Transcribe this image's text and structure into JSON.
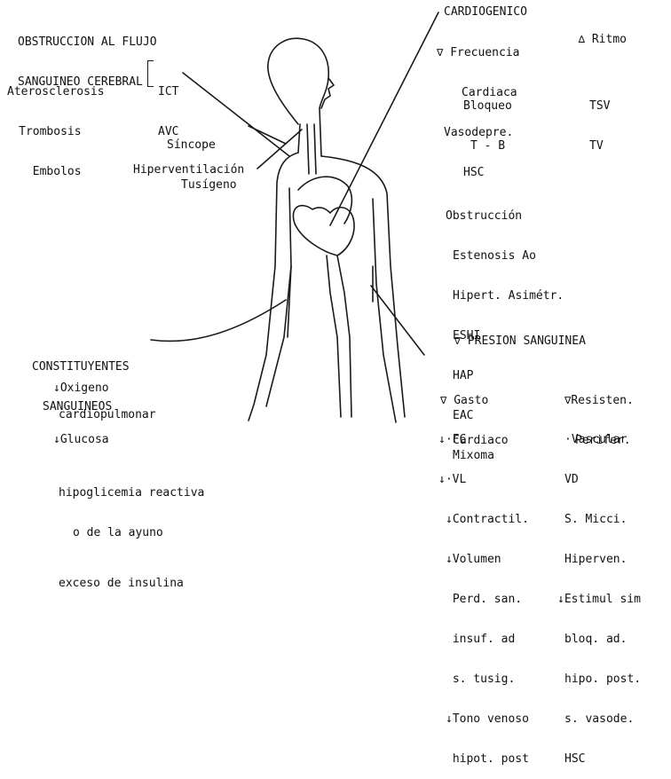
{
  "diagram": {
    "cerebral": {
      "title": [
        "OBSTRUCCION AL FLUJO",
        "SANGUINEO CEREBRAL"
      ],
      "causes": [
        "Aterosclerosis",
        "Trombosis",
        "Embolos"
      ],
      "types": [
        "ICT",
        "AVC"
      ],
      "syncope": [
        "Síncope",
        "Tusígeno"
      ],
      "hyperventilation": "Hiperventilación"
    },
    "cardiogenic": {
      "title": "CARDIOGENICO",
      "rate_symbol": "∇",
      "rate": [
        "Frecuencia",
        "Cardiaca"
      ],
      "rhythm_symbol": "∆",
      "rhythm": "Ritmo",
      "rate_causes": [
        "Bloqueo",
        "T - B",
        "Vasodepre.",
        "HSC"
      ],
      "rhythm_causes": [
        "TSV",
        "TV"
      ],
      "obstruction": [
        "Obstrucción",
        "Estenosis Ao",
        "Hipert. Asimétr.",
        "ESHI",
        "HAP",
        "EAC",
        "Mixoma"
      ]
    },
    "pressure": {
      "symbol": "∇",
      "title": "PRESION SANGUINEA",
      "output_symbol": "∇",
      "output": [
        "Gasto",
        "Cardiaco"
      ],
      "resistance_symbol": "∇",
      "resistance": [
        "Resisten.",
        "Perifer."
      ],
      "output_items": [
        "↓·FC",
        "↓·VL",
        "↓Contractil.",
        "↓Volumen",
        " Perd. san.",
        " insuf. ad",
        " s. tusig.",
        "↓Tono venoso",
        " hipot. post"
      ],
      "resistance_items": [
        "·Vascular",
        "VD",
        "S. Micci.",
        "Hiperven.",
        "↓Estimul sim",
        "bloq. ad.",
        "hipo. post.",
        "s. vasode.",
        "HSC"
      ]
    },
    "blood": {
      "title": [
        "CONSTITUYENTES",
        "SANGUINEOS"
      ],
      "oxygen": "↓Oxigeno",
      "oxygen_cause": "cardiopulmonar",
      "glucose": "↓Glucosa",
      "glucose_causes": [
        "hipoglicemia reactiva",
        "o de la ayuno",
        "exceso de insulina"
      ]
    }
  }
}
